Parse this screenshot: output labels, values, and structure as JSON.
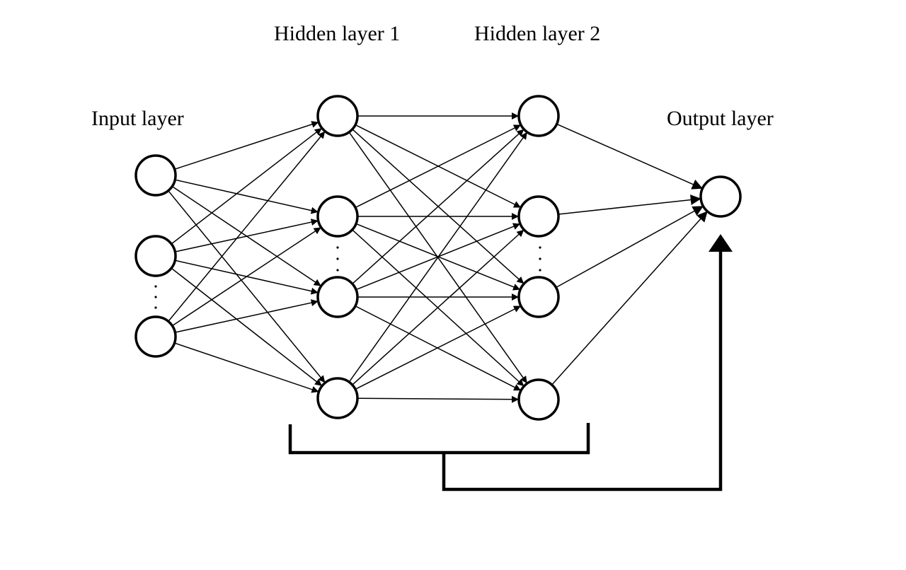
{
  "labels": {
    "input_layer": "Input layer",
    "hidden_layer_1": "Hidden layer 1",
    "hidden_layer_2": "Hidden layer 2",
    "output_layer": "Output layer"
  },
  "layers": [
    {
      "name": "input",
      "visible_nodes": 3,
      "has_ellipsis": true
    },
    {
      "name": "hidden-1",
      "visible_nodes": 4,
      "has_ellipsis": true
    },
    {
      "name": "hidden-2",
      "visible_nodes": 4,
      "has_ellipsis": true
    },
    {
      "name": "output",
      "visible_nodes": 1,
      "has_ellipsis": false
    }
  ],
  "connections": "fully-connected",
  "feedback_bracket": "hidden layers to output layer",
  "colors": {
    "stroke": "#000000",
    "background": "#ffffff"
  }
}
